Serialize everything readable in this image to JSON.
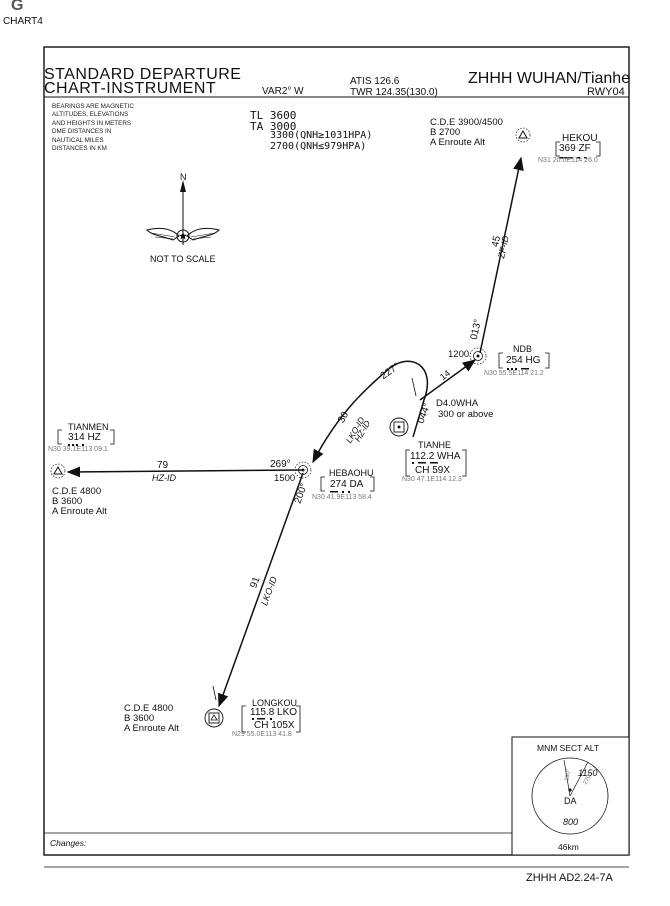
{
  "page_header": {
    "letter": "G",
    "chart_id": "CHART4"
  },
  "title": {
    "line1": "STANDARD DEPARTURE",
    "line2": "CHART-INSTRUMENT"
  },
  "variation": "VAR2° W",
  "atis": "ATIS  126.6",
  "twr": "TWR  124.35(130.0)",
  "airport": "ZHHH  WUHAN/Tianhe",
  "runway": "RWY04",
  "notes": [
    "BEARINGS ARE MAGNETIC",
    "ALTITUDES, ELEVATIONS",
    "AND HEIGHTS IN METERS",
    "DME    DISTANCES    IN",
    "NAUTICAL         MILES",
    "DISTANCES IN KM"
  ],
  "transition": {
    "tl": "TL  3600",
    "ta": "TA  3000",
    "qnh_high": "3300(QNH≥1031HPA)",
    "qnh_low": "2700(QNH≤979HPA)"
  },
  "north": "N",
  "not_to_scale": "NOT TO SCALE",
  "fixes": {
    "hekou": {
      "name": "HEKOU",
      "freq": "369  ZF",
      "coord": "N31 20.0E114 26.0",
      "cde": "C.D.E  3900/4500",
      "b": "B  2700",
      "a": "A  Enroute  Alt"
    },
    "ndb": {
      "name": "NDB",
      "freq": "254  HG",
      "coord": "N30 55.5E114 21.2",
      "alt": "1200"
    },
    "tianhe": {
      "name": "TIANHE",
      "freq": "112.2  WHA",
      "ch": "CH  59X",
      "coord": "N30 47.1E114 12.3"
    },
    "hebaohu": {
      "name": "HEBAOHU",
      "freq": "274  DA",
      "coord": "N30 41.9E113 58.4",
      "alt": "1500"
    },
    "tianmen": {
      "name": "TIANMEN",
      "freq": "314  HZ",
      "coord": "N30 39.1E113 09.1",
      "cde": "C.D.E  4800",
      "b": "B  3600",
      "a": "A  Enroute  Alt"
    },
    "longkou": {
      "name": "LONGKOU",
      "freq": "115.8  LKO",
      "ch": "CH  105X",
      "coord": "N29 55.0E113 41.8",
      "cde": "C.D.E  4800",
      "b": "B  3600",
      "a": "A  Enroute  Alt"
    }
  },
  "routes": {
    "to_hekou": {
      "dist": "45",
      "ident": "ZF-ID",
      "bearing": "013°"
    },
    "turn": {
      "bearing": "227°",
      "dist": "14",
      "dme": "D4.0WHA",
      "dme_alt": "300  or  above",
      "departure_bearing": "044°"
    },
    "to_hebaohu": {
      "dist": "30",
      "ident1": "LKO-ID",
      "ident2": "HZ-ID"
    },
    "to_tianmen": {
      "bearing": "269°",
      "dist": "79",
      "ident": "HZ-ID"
    },
    "to_longkou": {
      "bearing": "200°",
      "dist": "91",
      "ident": "LKO-ID"
    }
  },
  "msa": {
    "title": "MNM SECT ALT",
    "alt_high": "1150",
    "alt_low": "800",
    "center": "DA",
    "radius": "46km",
    "radial1": "190°",
    "radial2": "270°"
  },
  "changes_label": "Changes:",
  "footer": "ZHHH  AD2.24-7A"
}
